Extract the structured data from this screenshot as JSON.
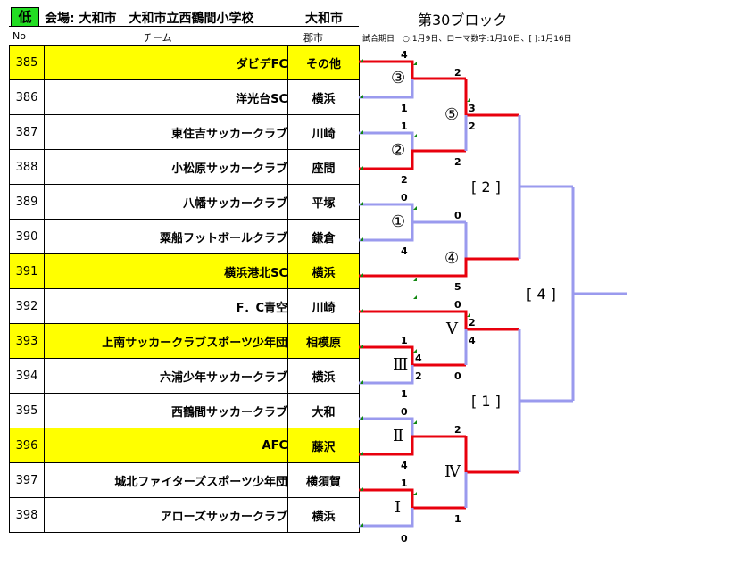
{
  "header": {
    "tag": "低",
    "venue": "会場: 大和市　大和市立西鶴間小学校",
    "city": "大和市",
    "block_title": "第30ブロック",
    "col_no": "No",
    "col_team": "チーム",
    "col_city": "郡市",
    "legend": "試合期日　○:1月9日、ローマ数字:1月10日、[ ]:1月16日"
  },
  "teams": [
    {
      "no": "385",
      "name": "ダビデFC",
      "city": "その他",
      "highlight": true
    },
    {
      "no": "386",
      "name": "洋光台SC",
      "city": "横浜",
      "highlight": false
    },
    {
      "no": "387",
      "name": "東住吉サッカークラブ",
      "city": "川崎",
      "highlight": false
    },
    {
      "no": "388",
      "name": "小松原サッカークラブ",
      "city": "座間",
      "highlight": false
    },
    {
      "no": "389",
      "name": "八幡サッカークラブ",
      "city": "平塚",
      "highlight": false
    },
    {
      "no": "390",
      "name": "粟船フットボールクラブ",
      "city": "鎌倉",
      "highlight": false
    },
    {
      "no": "391",
      "name": "横浜港北SC",
      "city": "横浜",
      "highlight": true
    },
    {
      "no": "392",
      "name": "F．C青空",
      "city": "川崎",
      "highlight": false
    },
    {
      "no": "393",
      "name": "上南サッカークラブスポーツ少年団",
      "city": "相模原",
      "highlight": true
    },
    {
      "no": "394",
      "name": "六浦少年サッカークラブ",
      "city": "横浜",
      "highlight": false
    },
    {
      "no": "395",
      "name": "西鶴間サッカークラブ",
      "city": "大和",
      "highlight": false
    },
    {
      "no": "396",
      "name": "AFC",
      "city": "藤沢",
      "highlight": true
    },
    {
      "no": "397",
      "name": "城北ファイターズスポーツ少年団",
      "city": "横須賀",
      "highlight": false
    },
    {
      "no": "398",
      "name": "アローズサッカークラブ",
      "city": "横浜",
      "highlight": false
    }
  ],
  "bracket": {
    "match_labels": [
      "③",
      "②",
      "①",
      "⑤",
      "④",
      "Ⅴ",
      "Ⅲ",
      "Ⅱ",
      "Ⅰ",
      "Ⅳ"
    ],
    "round_labels": [
      "[ 2 ]",
      "[ 1 ]",
      "[ 4 ]"
    ],
    "scores": [
      "4",
      "1",
      "1",
      "2",
      "0",
      "4",
      "2",
      "3",
      "2",
      "2",
      "0",
      "5",
      "0",
      "1",
      "4",
      "2",
      "1",
      "2",
      "4",
      "0",
      "0",
      "4",
      "1",
      "0",
      "2",
      "1"
    ],
    "colors": {
      "winner": "#e8000d",
      "loser": "#9a9aee",
      "tick": "#118811",
      "highlight": "#ffff00",
      "tag": "#22dd22"
    }
  }
}
